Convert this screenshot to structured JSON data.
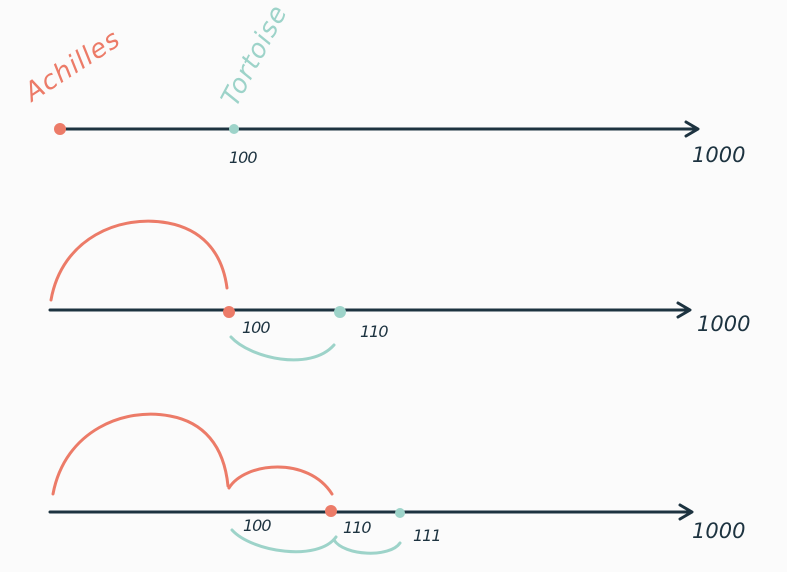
{
  "colors": {
    "line": "#1d3340",
    "achilles": "#ec7b68",
    "tortoise": "#9dd3c9",
    "background": "#fbfbfb"
  },
  "labels": {
    "achilles": "Achilles",
    "tortoise": "Tortoise"
  },
  "rows": [
    {
      "end": "1000",
      "marks": [
        "100"
      ]
    },
    {
      "end": "1000",
      "marks": [
        "100",
        "110"
      ]
    },
    {
      "end": "1000",
      "marks": [
        "100",
        "110",
        "111"
      ]
    }
  ]
}
